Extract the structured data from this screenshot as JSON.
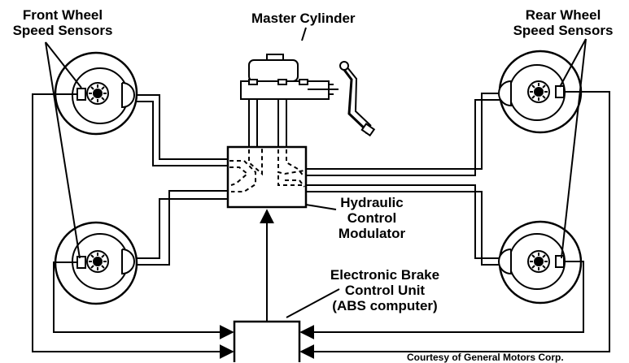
{
  "labels": {
    "front_sensors": [
      "Front Wheel",
      "Speed Sensors"
    ],
    "master_cylinder": "Master Cylinder",
    "rear_sensors": [
      "Rear Wheel",
      "Speed Sensors"
    ],
    "modulator": [
      "Hydraulic",
      "Control",
      "Modulator"
    ],
    "ecu": [
      "Electronic Brake",
      "Control Unit",
      "(ABS computer)"
    ]
  },
  "credit": "Courtesy of General Motors Corp."
}
